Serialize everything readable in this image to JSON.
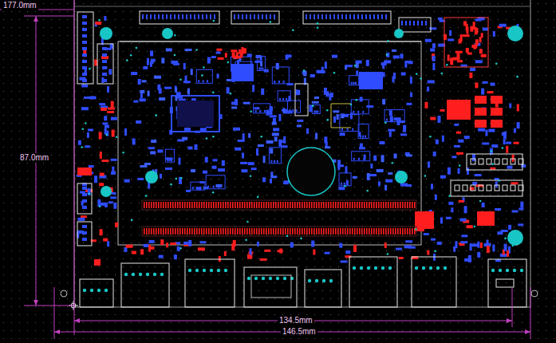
{
  "diagram": {
    "labels": [
      "177.0mm",
      "87.0mm",
      "134.5mm",
      "146.5mm"
    ]
  }
}
